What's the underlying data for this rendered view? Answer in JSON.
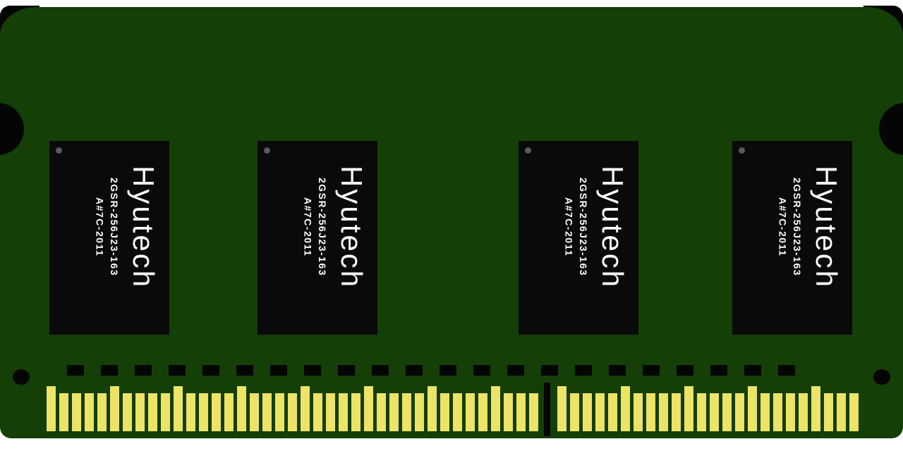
{
  "board": {
    "colors": {
      "pcb": "#143f06",
      "chip": "#0a0a0a",
      "pin": "#ece367",
      "ink": "#050505",
      "text": "#ffffff",
      "dot": "#5a5a5a"
    },
    "smd_count": 22,
    "pins": {
      "left_count": 39,
      "right_count": 24,
      "tall_every": 5
    }
  },
  "chips": [
    {
      "brand": "Hyutech",
      "model": "2GSR-256J23-163",
      "rev": "A#7C-2011"
    },
    {
      "brand": "Hyutech",
      "model": "2GSR-256J23-163",
      "rev": "A#7C-2011"
    },
    {
      "brand": "Hyutech",
      "model": "2GSR-256J23-163",
      "rev": "A#7C-2011"
    },
    {
      "brand": "Hyutech",
      "model": "2GSR-256J23-163",
      "rev": "A#7C-2011"
    }
  ]
}
